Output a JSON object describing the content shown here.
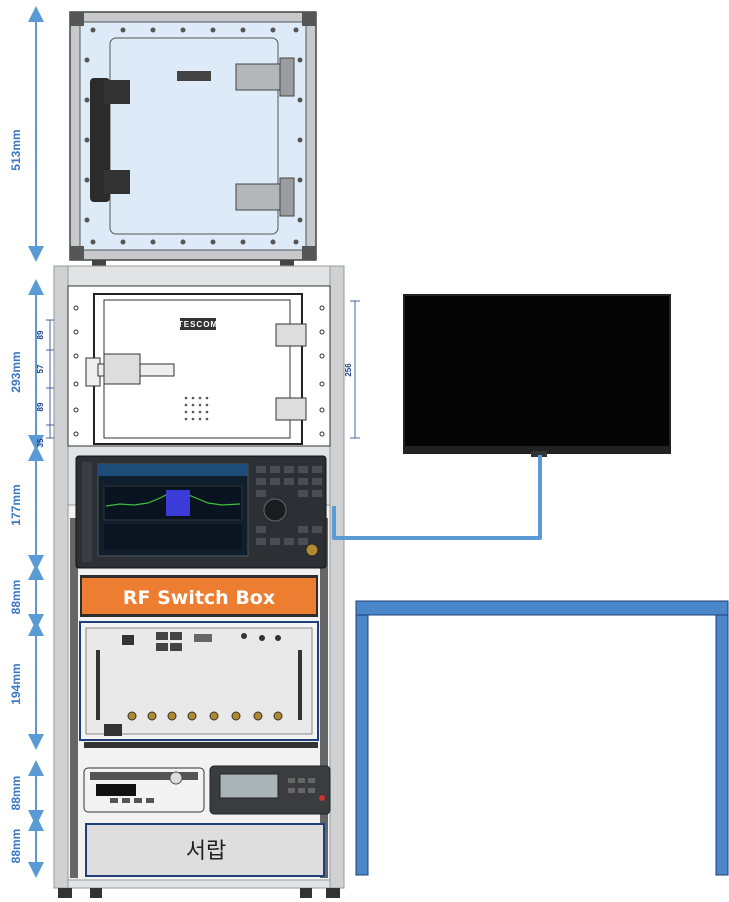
{
  "dimensions": {
    "shield_box_top": "513mm",
    "shield_box_mid": "293mm",
    "analyzer": "177mm",
    "switch_box": "88mm",
    "test_unit": "194mm",
    "meters": "88mm",
    "drawer": "88mm",
    "door_89_top": "89",
    "door_57": "57",
    "door_89_bottom": "89",
    "door_35": "35",
    "door_height": "256"
  },
  "labels": {
    "rf_switch_box": "RF Switch Box",
    "drawer": "서랍",
    "shield_logo": "TESCOM"
  },
  "colors": {
    "dimension_blue": "#5b9bd5",
    "switch_box_orange": "#ed7d31",
    "panel_border_navy": "#1f3f7a",
    "table_blue": "#4a86c8",
    "cable_blue": "#5b9bd5",
    "shield_face": "#dcebf7"
  }
}
